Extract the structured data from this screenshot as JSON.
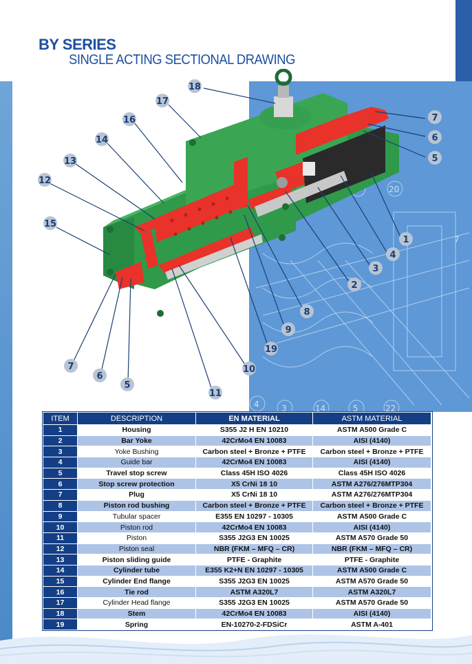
{
  "header": {
    "title": "BY SERIES",
    "subtitle": "SINGLE ACTING SECTIONAL DRAWING"
  },
  "drawing": {
    "callouts": [
      "1",
      "2",
      "3",
      "4",
      "5",
      "6",
      "7",
      "8",
      "9",
      "10",
      "11",
      "12",
      "13",
      "14",
      "15",
      "16",
      "17",
      "18",
      "19",
      "5",
      "6",
      "7"
    ],
    "background_numbers": [
      "6",
      "20",
      "4",
      "3",
      "14",
      "5",
      "22",
      "7"
    ]
  },
  "table": {
    "headers": [
      "ITEM",
      "DESCRIPTION",
      "EN MATERIAL",
      "ASTM MATERIAL"
    ],
    "rows": [
      {
        "item": "1",
        "description": "Housing",
        "en": "S355 J2 H EN 10210",
        "astm": "ASTM A500 Grade C"
      },
      {
        "item": "2",
        "description": "Bar Yoke",
        "en": "42CrMo4 EN 10083",
        "astm": "AISI (4140)"
      },
      {
        "item": "3",
        "description": "Yoke Bushing",
        "en": "Carbon steel + Bronze + PTFE",
        "astm": "Carbon steel + Bronze + PTFE"
      },
      {
        "item": "4",
        "description": "Guide bar",
        "en": "42CrMo4 EN 10083",
        "astm": "AISI (4140)"
      },
      {
        "item": "5",
        "description": "Travel stop screw",
        "en": "Class 45H ISO 4026",
        "astm": "Class 45H ISO 4026"
      },
      {
        "item": "6",
        "description": "Stop screw protection",
        "en": "X5 CrNi 18 10",
        "astm": "ASTM A276/276MTP304"
      },
      {
        "item": "7",
        "description": "Plug",
        "en": "X5 CrNi 18 10",
        "astm": "ASTM A276/276MTP304"
      },
      {
        "item": "8",
        "description": "Piston rod bushing",
        "en": "Carbon steel + Bronze + PTFE",
        "astm": "Carbon steel + Bronze + PTFE"
      },
      {
        "item": "9",
        "description": "Tubular spacer",
        "en": "E355 EN 10297 - 10305",
        "astm": "ASTM A500 Grade C"
      },
      {
        "item": "10",
        "description": "Piston rod",
        "en": "42CrMo4 EN 10083",
        "astm": "AISI (4140)"
      },
      {
        "item": "11",
        "description": "Piston",
        "en": "S355 J2G3 EN 10025",
        "astm": "ASTM A570 Grade 50"
      },
      {
        "item": "12",
        "description": "Piston seal",
        "en": "NBR (FKM – MFQ – CR)",
        "astm": "NBR (FKM – MFQ – CR)"
      },
      {
        "item": "13",
        "description": "Piston sliding guide",
        "en": "PTFE - Graphite",
        "astm": "PTFE - Graphite"
      },
      {
        "item": "14",
        "description": "Cylinder tube",
        "en": "E355 K2+N EN 10297 - 10305",
        "astm": "ASTM A500 Grade C"
      },
      {
        "item": "15",
        "description": "Cylinder End flange",
        "en": "S355 J2G3 EN 10025",
        "astm": "ASTM A570 Grade 50"
      },
      {
        "item": "16",
        "description": "Tie rod",
        "en": "ASTM A320L7",
        "astm": "ASTM A320L7"
      },
      {
        "item": "17",
        "description": "Cylinder Head flange",
        "en": "S355 J2G3 EN 10025",
        "astm": "ASTM A570 Grade 50"
      },
      {
        "item": "18",
        "description": "Stem",
        "en": "42CrMo4 EN 10083",
        "astm": "AISI (4140)"
      },
      {
        "item": "19",
        "description": "Spring",
        "en": "EN-10270-2-FDSiCr",
        "astm": "ASTM A-401"
      }
    ]
  },
  "colors": {
    "brand_blue": "#1d4fa0",
    "table_header": "#143f86",
    "row_alt": "#aec4e6",
    "actuator_green": "#2f9a4a",
    "section_red": "#e8322a"
  }
}
